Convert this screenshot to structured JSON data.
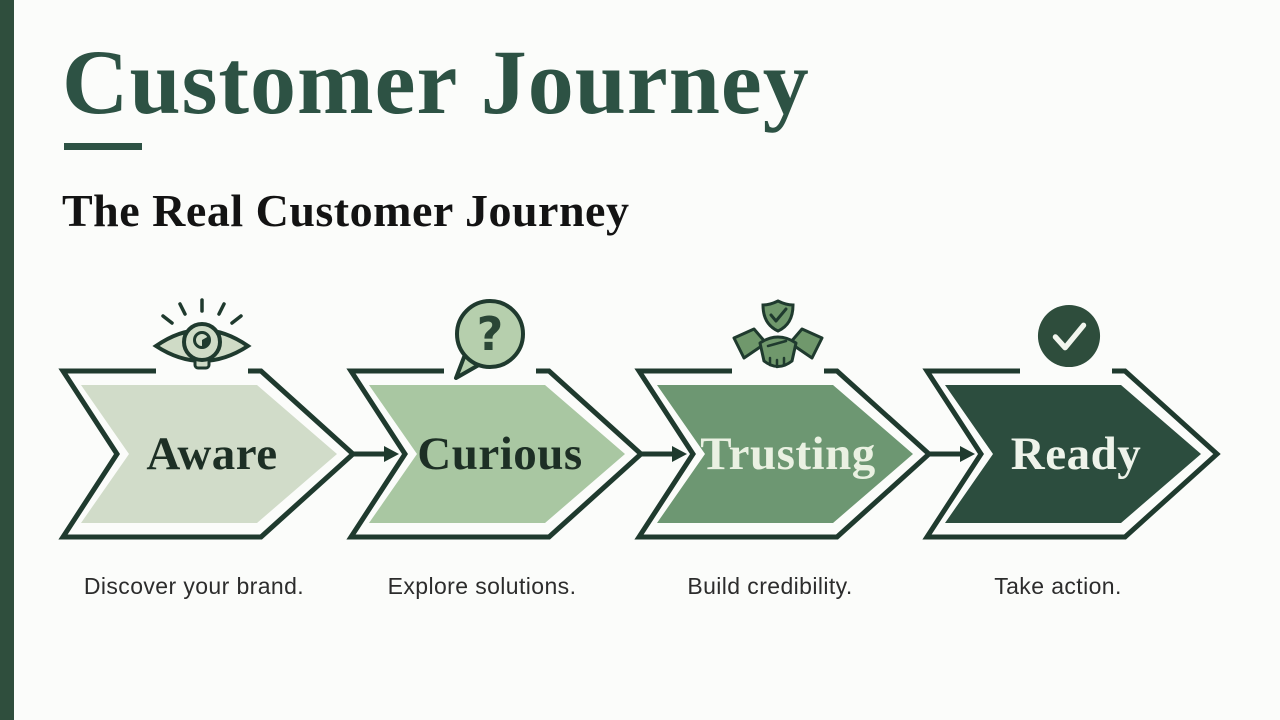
{
  "header": {
    "title": "Customer Journey",
    "subtitle": "The Real Customer Journey"
  },
  "stages": [
    {
      "label": "Aware",
      "caption": "Discover your brand.",
      "icon": "awareness-eye-bulb-icon",
      "fill": "#d1dcc9",
      "icon_fill": "#cfdbc6",
      "label_color": "#1d2f25"
    },
    {
      "label": "Curious",
      "caption": "Explore solutions.",
      "icon": "question-bubble-icon",
      "fill": "#a9c7a2",
      "icon_fill": "#b6cfad",
      "label_color": "#1d2f25"
    },
    {
      "label": "Trusting",
      "caption": "Build credibility.",
      "icon": "handshake-shield-icon",
      "fill": "#6d9772",
      "icon_fill": "#70986c",
      "label_color": "#eaf1e2"
    },
    {
      "label": "Ready",
      "caption": "Take action.",
      "icon": "check-circle-icon",
      "fill": "#2c4d3e",
      "icon_fill": "#2e4d3c",
      "label_color": "#eef3ea"
    }
  ],
  "colors": {
    "background": "#fbfcfa",
    "side_bar": "#2f4e3d",
    "title": "#2d5244",
    "subtitle": "#131313",
    "outline": "#1f3a2e",
    "caption": "#2c2c2c",
    "check_light": "#f2f6ee"
  }
}
